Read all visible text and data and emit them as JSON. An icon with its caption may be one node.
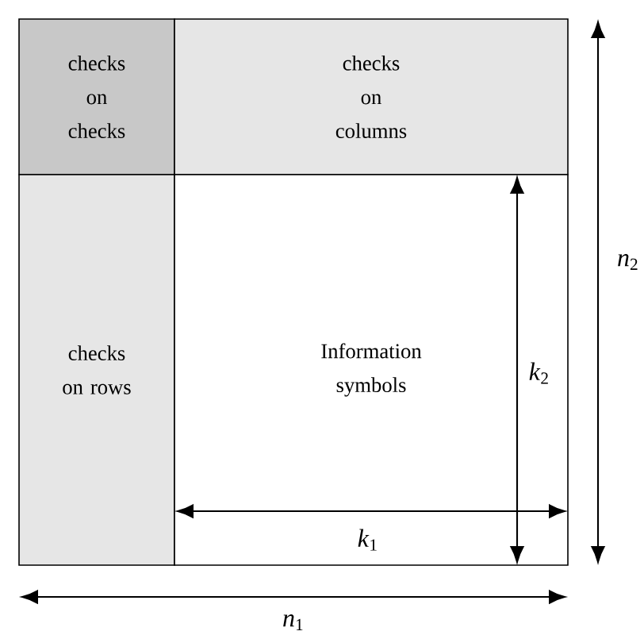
{
  "diagram": {
    "nodes": [
      {
        "text": [
          "checks on checks"
        ]
      },
      {
        "text": [
          "checks on columns"
        ]
      },
      {
        "text": [
          "checks on rows"
        ]
      },
      {
        "text": [
          "Information symbols"
        ]
      }
    ],
    "labels": [
      "*k*$_{1}$",
      "*k*$_{2}$",
      "*n*$_{2}$",
      "*n*$_{1}$"
    ]
  }
}
